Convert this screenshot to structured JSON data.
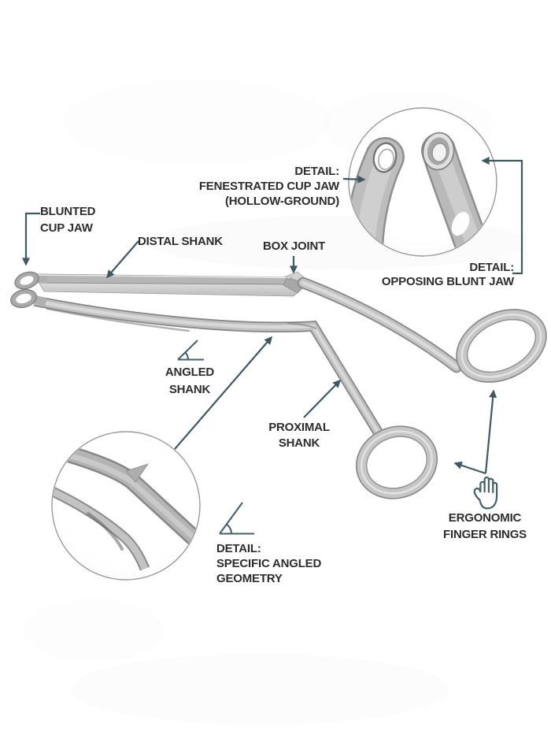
{
  "diagram": {
    "subject": "surgical-forceps-annotated-diagram",
    "labels": {
      "blunted_cup_jaw": [
        "BLUNTED",
        "CUP JAW"
      ],
      "distal_shank": [
        "DISTAL SHANK"
      ],
      "box_joint": [
        "BOX JOINT"
      ],
      "detail_fenestrated": [
        "DETAIL:",
        "FENESTRATED CUP JAW",
        "(HOLLOW-GROUND)"
      ],
      "detail_opposing": [
        "DETAIL:",
        "OPPOSING BLUNT JAW"
      ],
      "angled_shank": [
        "ANGLED",
        "SHANK"
      ],
      "proximal_shank": [
        "PROXIMAL",
        "SHANK"
      ],
      "ergonomic_finger_rings": [
        "ERGONOMIC",
        "FINGER RINGS"
      ],
      "detail_angled_geometry": [
        "DETAIL:",
        "SPECIFIC ANGLED",
        "GEOMETRY"
      ]
    },
    "icons": {
      "angle_icon_shank": "angle-icon",
      "angle_icon_geometry": "angle-icon",
      "hand_icon": "hand-icon"
    },
    "colors": {
      "leader_line": "#3d5a64",
      "icon_slate": "#44626c",
      "label_text": "#2d2d2d",
      "metal_light": "#dedede",
      "metal_mid": "#bcbcbc",
      "metal_edge": "#8a8a8a",
      "magnifier_ring": "#9b9b9b",
      "background": "#ffffff"
    }
  }
}
